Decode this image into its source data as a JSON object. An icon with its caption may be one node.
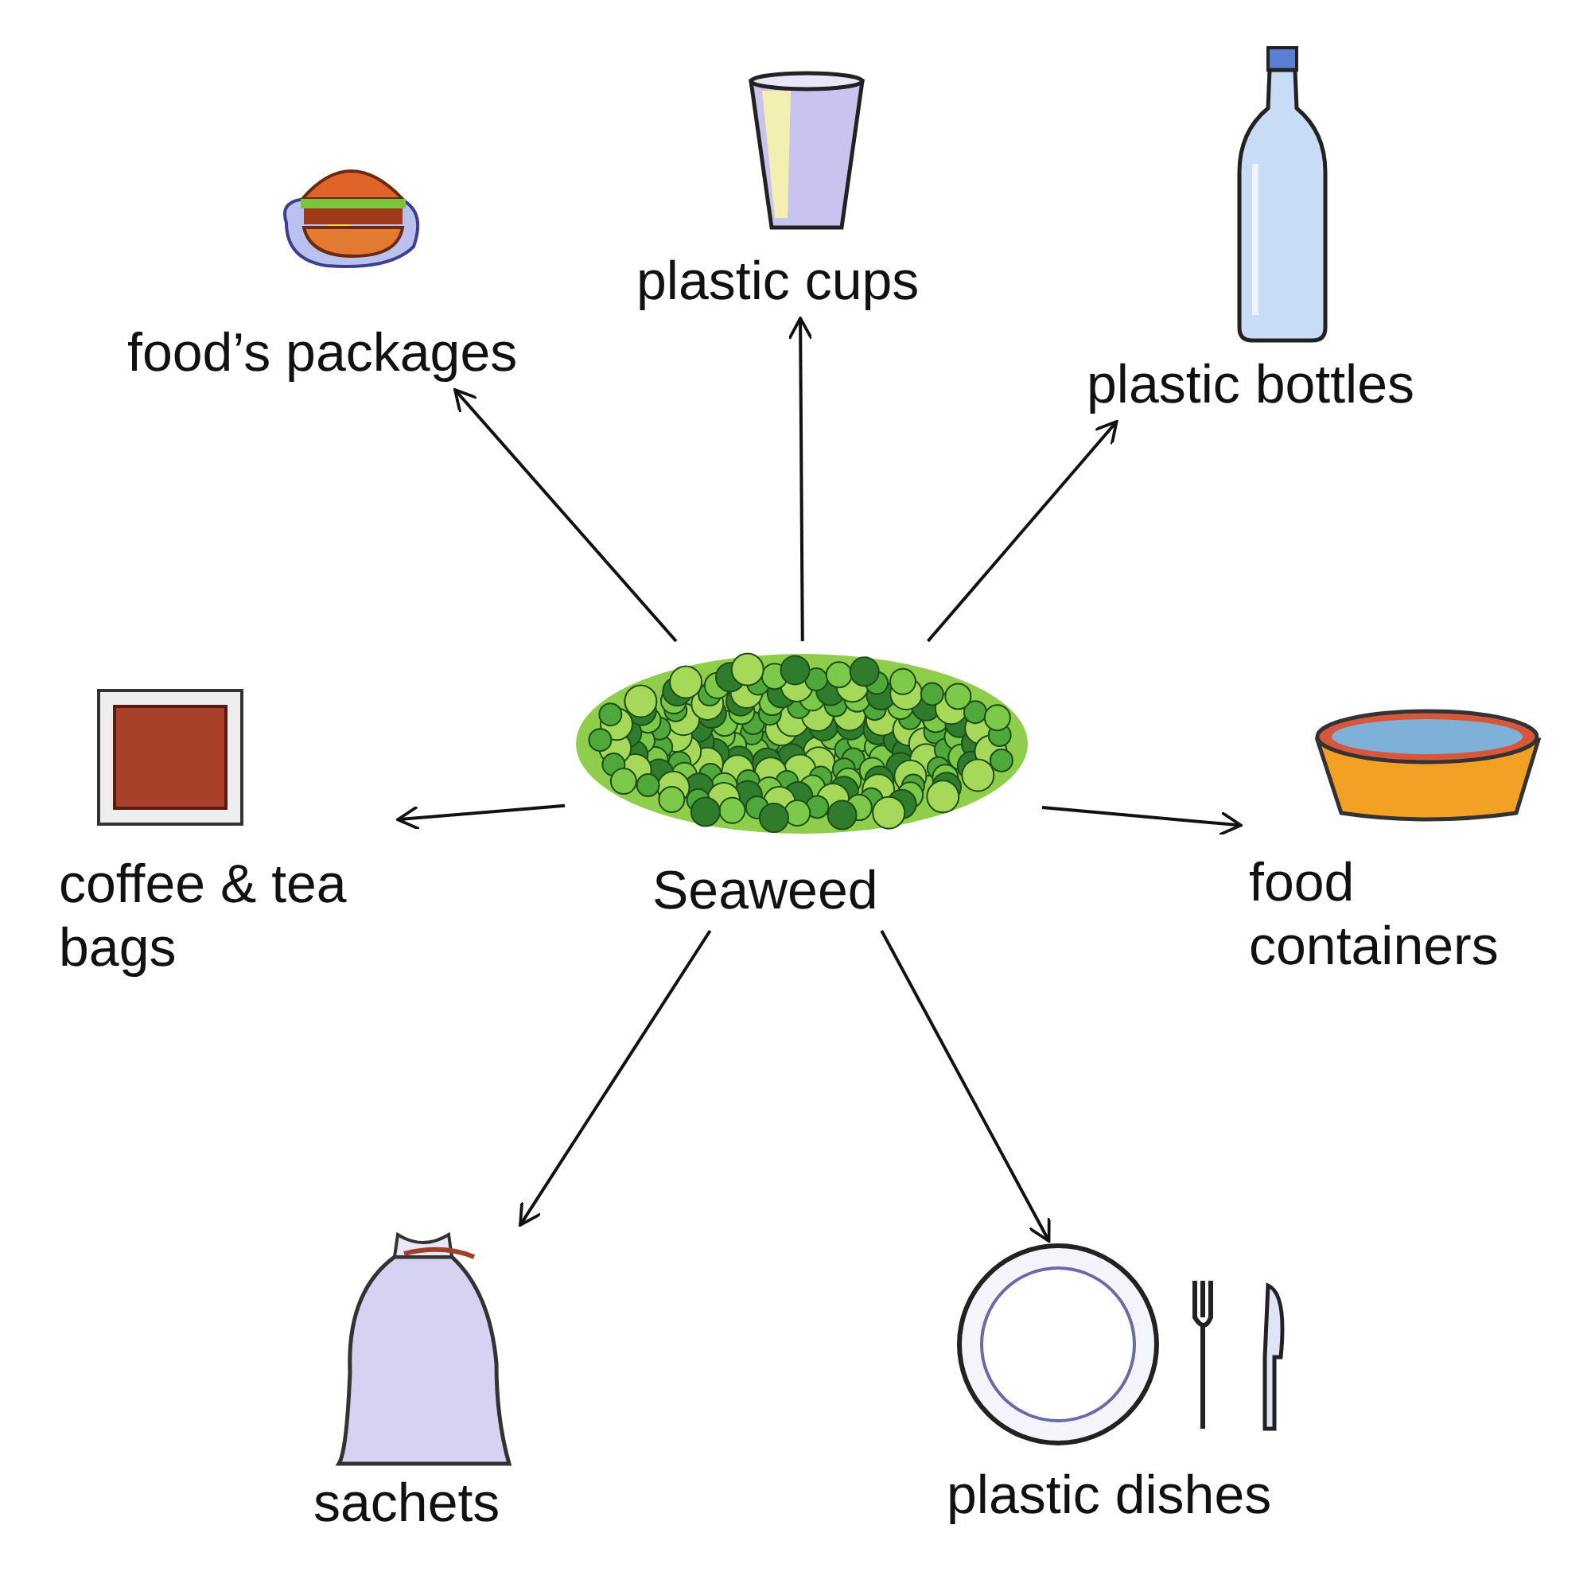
{
  "diagram": {
    "nodes": [
      {
        "text": [
          "food’s packages"
        ]
      },
      {
        "text": [
          "plastic cups"
        ]
      },
      {
        "text": [
          "plastic bottles"
        ]
      },
      {
        "text": [
          "coffee & tea bags"
        ]
      },
      {
        "text": [
          "Seaweed"
        ]
      },
      {
        "text": [
          "food containers"
        ]
      },
      {
        "text": [
          "sachets"
        ]
      },
      {
        "text": [
          "plastic dishes"
        ]
      }
    ],
    "edges": [
      {
        "from": 4,
        "to": 0,
        "arrow": "to"
      },
      {
        "from": 4,
        "to": 1,
        "arrow": "to"
      },
      {
        "from": 4,
        "to": 2,
        "arrow": "to"
      },
      {
        "from": 4,
        "to": 3,
        "arrow": "to"
      },
      {
        "from": 4,
        "to": 5,
        "arrow": "to"
      },
      {
        "from": 4,
        "to": 6,
        "arrow": "to"
      },
      {
        "from": 4,
        "to": 7,
        "arrow": "to"
      }
    ]
  }
}
